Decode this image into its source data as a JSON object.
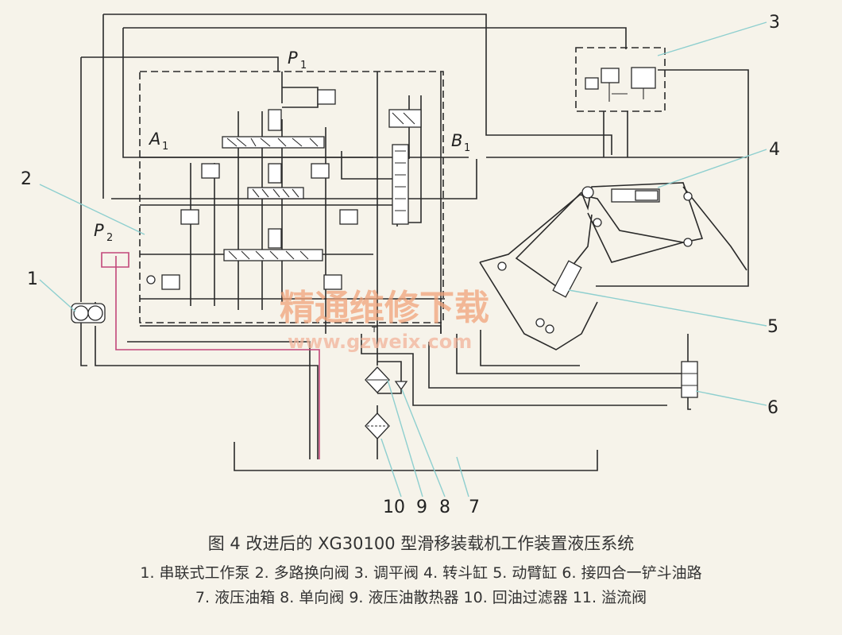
{
  "labels": {
    "p1": "P",
    "p1_sub": "1",
    "p2": "P",
    "p2_sub": "2",
    "a1": "A",
    "a1_sub": "1",
    "b1": "B",
    "b1_sub": "1",
    "t_port": "T"
  },
  "callouts": [
    "1",
    "2",
    "3",
    "4",
    "5",
    "6",
    "10",
    "9",
    "8",
    "7"
  ],
  "watermark": {
    "cn": "精通维修下载",
    "url": "www.gzweix.com"
  },
  "caption": {
    "title": "图 4   改进后的 XG30100 型滑移装载机工作装置液压系统",
    "legend_line1": "1. 串联式工作泵  2. 多路换向阀  3. 调平阀  4. 转斗缸  5. 动臂缸 6. 接四合一铲斗油路",
    "legend_line2": "7. 液压油箱  8. 单向阀  9. 液压油散热器    10. 回油过滤器  11. 溢流阀"
  }
}
